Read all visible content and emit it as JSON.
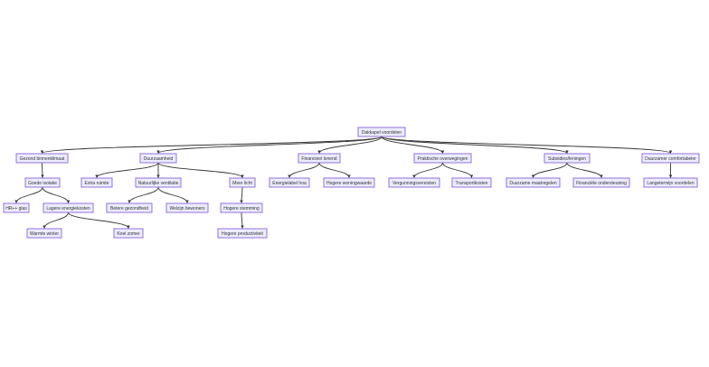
{
  "diagram": {
    "type": "flowchart",
    "colors": {
      "node_fill": "#ececff",
      "node_stroke": "#9370db",
      "edge": "#333333",
      "text": "#333333"
    },
    "nodes": [
      {
        "id": "root",
        "label": "Dakkapel voordelen"
      },
      {
        "id": "gezond",
        "label": "Gezond binnenklimaat"
      },
      {
        "id": "duurzaam",
        "label": "Duurzaamheid"
      },
      {
        "id": "financieel",
        "label": "Financieel lonend"
      },
      {
        "id": "praktisch",
        "label": "Praktische overwegingen"
      },
      {
        "id": "subsidies",
        "label": "Subsidies/leningen"
      },
      {
        "id": "comfort",
        "label": "Duurzamer comfortabeler"
      },
      {
        "id": "isolatie",
        "label": "Goede isolatie"
      },
      {
        "id": "ruimte",
        "label": "Extra ruimte"
      },
      {
        "id": "ventilatie",
        "label": "Natuurlijke ventilatie"
      },
      {
        "id": "licht",
        "label": "Meer licht"
      },
      {
        "id": "energielabel",
        "label": "Energielabel hoa"
      },
      {
        "id": "woningwaarde",
        "label": "Hogere woningwaarde"
      },
      {
        "id": "vergunning",
        "label": "Vergunningsvereisten"
      },
      {
        "id": "transport",
        "label": "Transportkosten"
      },
      {
        "id": "maatregelen",
        "label": "Duurzame maatregelen"
      },
      {
        "id": "financiering",
        "label": "Financiële ondersteuning"
      },
      {
        "id": "langetermijn",
        "label": "Langetermijn voordelen"
      },
      {
        "id": "hrglas",
        "label": "HR++ glas"
      },
      {
        "id": "energiekosten",
        "label": "Lagere energiekosten"
      },
      {
        "id": "gezondheid",
        "label": "Betere gezondheid"
      },
      {
        "id": "bewoners",
        "label": "Welzijn bewoners"
      },
      {
        "id": "stemming",
        "label": "Hogere stemming"
      },
      {
        "id": "winter",
        "label": "Warmte winter"
      },
      {
        "id": "zomer",
        "label": "Koel zomer"
      },
      {
        "id": "productiviteit",
        "label": "Hogere productiviteit"
      }
    ],
    "edges": [
      [
        "root",
        "gezond"
      ],
      [
        "root",
        "duurzaam"
      ],
      [
        "root",
        "financieel"
      ],
      [
        "root",
        "praktisch"
      ],
      [
        "root",
        "subsidies"
      ],
      [
        "root",
        "comfort"
      ],
      [
        "gezond",
        "isolatie"
      ],
      [
        "duurzaam",
        "ruimte"
      ],
      [
        "duurzaam",
        "ventilatie"
      ],
      [
        "duurzaam",
        "licht"
      ],
      [
        "financieel",
        "energielabel"
      ],
      [
        "financieel",
        "woningwaarde"
      ],
      [
        "praktisch",
        "vergunning"
      ],
      [
        "praktisch",
        "transport"
      ],
      [
        "subsidies",
        "maatregelen"
      ],
      [
        "subsidies",
        "financiering"
      ],
      [
        "comfort",
        "langetermijn"
      ],
      [
        "isolatie",
        "hrglas"
      ],
      [
        "isolatie",
        "energiekosten"
      ],
      [
        "ventilatie",
        "gezondheid"
      ],
      [
        "ventilatie",
        "bewoners"
      ],
      [
        "licht",
        "stemming"
      ],
      [
        "energiekosten",
        "winter"
      ],
      [
        "energiekosten",
        "zomer"
      ],
      [
        "stemming",
        "productiviteit"
      ]
    ]
  }
}
